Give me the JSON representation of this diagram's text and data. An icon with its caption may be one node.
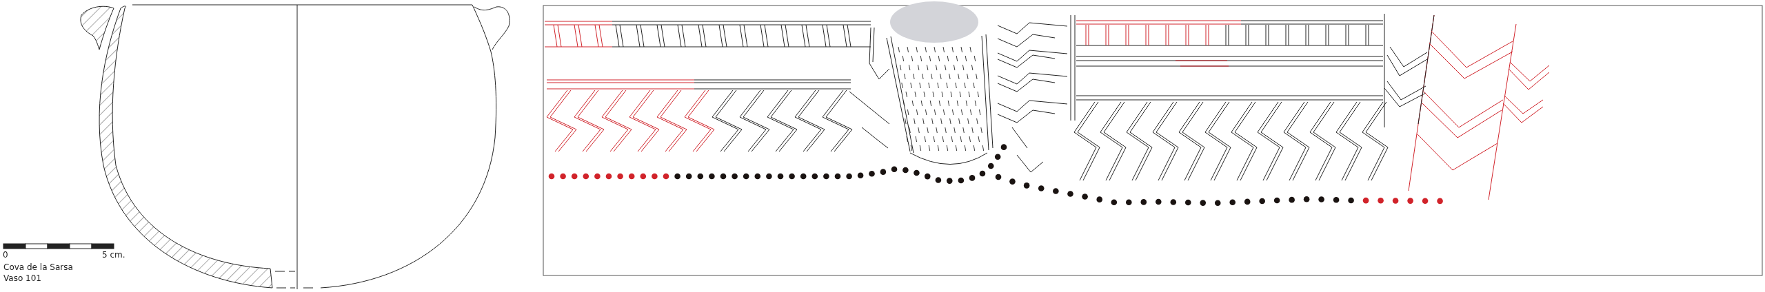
{
  "diagram": {
    "labels": [
      "0",
      "5 cm.",
      "Cova de la Sarsa",
      "Vaso 101"
    ]
  }
}
